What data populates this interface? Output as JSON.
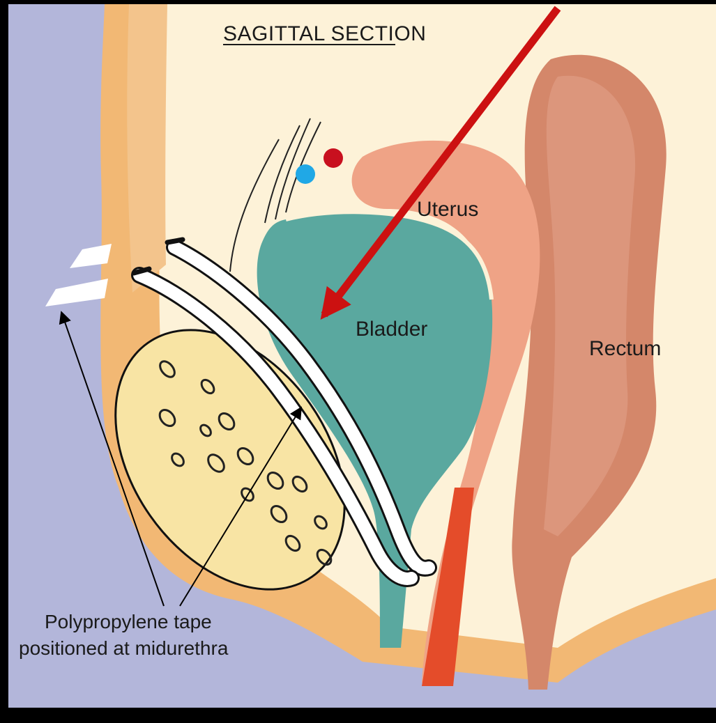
{
  "diagram": {
    "title": "SAGITTAL SECTION",
    "labels": {
      "uterus": "Uterus",
      "bladder": "Bladder",
      "rectum": "Rectum"
    },
    "caption": {
      "line1": "Polypropylene tape",
      "line2": "positioned at midurethra"
    }
  },
  "colors": {
    "frame": "#000000",
    "background_blue": "#b3b6da",
    "cream": "#fdf2d8",
    "tissue_orange": "#f2b874",
    "pubic_bone": "#f8e4a4",
    "uterus": "#efa386",
    "bladder": "#5aa89f",
    "rectum": "#d4876a",
    "tape": "#ffffff",
    "pointer_arrow": "#cc1111",
    "vessel_red": "#c8101f",
    "vessel_blue": "#20a8e6"
  }
}
